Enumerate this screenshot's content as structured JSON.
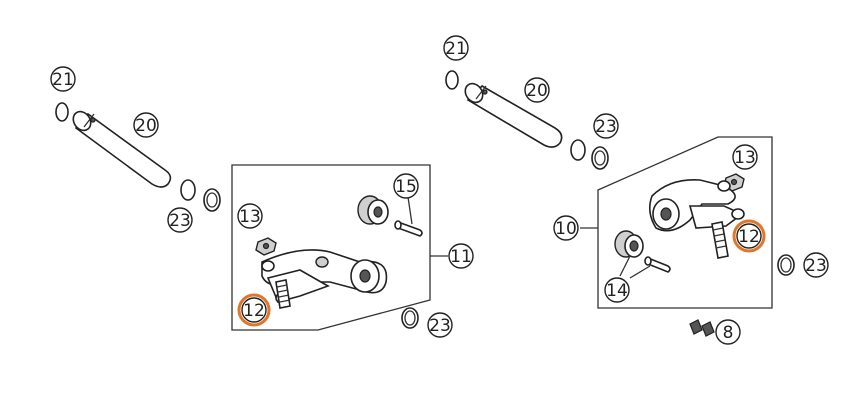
{
  "colors": {
    "highlight": "#e0762a",
    "line": "#222222"
  },
  "left_group": {
    "label_21": "21",
    "label_20": "20",
    "label_23_top": "23",
    "label_13": "13",
    "label_15": "15",
    "label_11": "11",
    "label_12": "12",
    "label_23_bottom": "23"
  },
  "right_group": {
    "label_21": "21",
    "label_20": "20",
    "label_23_top": "23",
    "label_13": "13",
    "label_10": "10",
    "label_12": "12",
    "label_23_right": "23",
    "label_14": "14",
    "label_8": "8"
  }
}
